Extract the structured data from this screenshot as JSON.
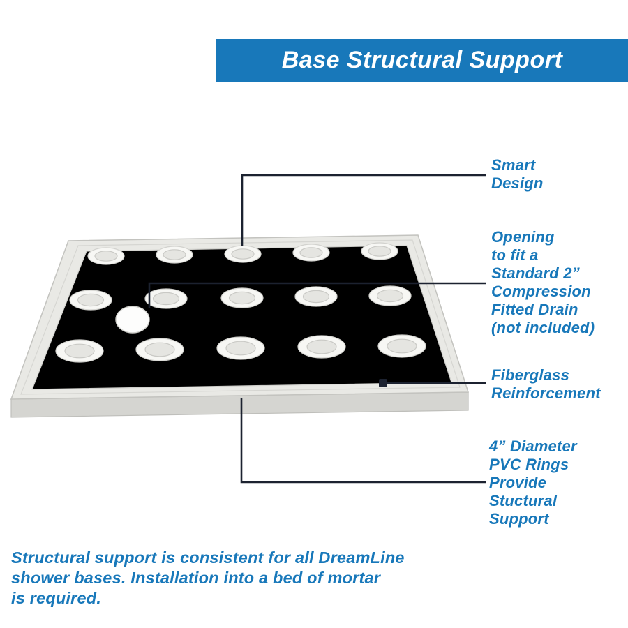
{
  "banner": {
    "title": "Base Structural Support"
  },
  "callouts": {
    "smart_design": {
      "label": "Smart\nDesign"
    },
    "drain_opening": {
      "label": "Opening\nto fit a\nStandard 2”\nCompression\nFitted Drain\n(not included)"
    },
    "fiberglass": {
      "label": "Fiberglass\nReinforcement"
    },
    "pvc_rings": {
      "label": "4” Diameter\nPVC Rings\nProvide\nStuctural\nSupport"
    }
  },
  "footer": {
    "text": "Structural support is consistent for all DreamLine\nshower bases. Installation into a bed of mortar\nis required."
  },
  "diagram": {
    "subject": "shower base with structural support rings",
    "ring_rows": 3,
    "rings_per_row": 5,
    "drain_count": 1
  },
  "colors": {
    "accent_blue": "#1878ba",
    "callout_line": "#1c2230",
    "base_surface": "#e9e9e5"
  }
}
